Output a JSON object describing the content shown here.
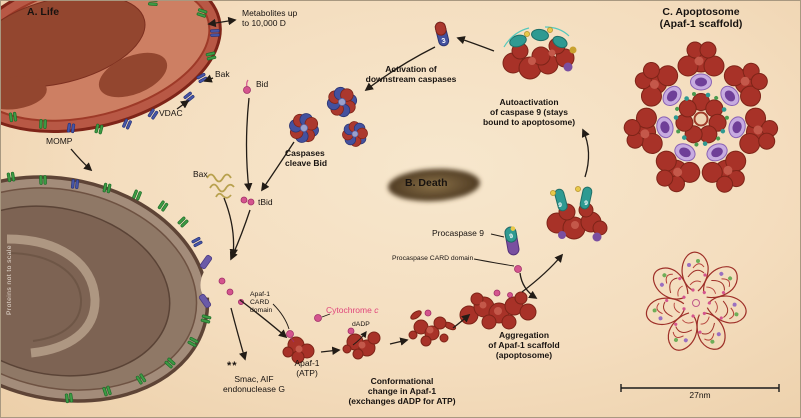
{
  "colors": {
    "background": "#f4ddbe",
    "membrane_red": "#8e3026",
    "mito_life_fill": "#cd7f63",
    "mito_momp_fill": "#a38c7a",
    "caspase_blue": "#44519e",
    "caspase_red": "#ab382e",
    "apoptosome_red": "#a83228",
    "purple": "#7a4fa0",
    "lavender": "#c7abe0",
    "teal": "#2f9a92",
    "yellow": "#e8c84a",
    "pink_cytochrome": "#d4548e",
    "cytochrome_text": "#e0457b",
    "green_protein": "#3d9b45",
    "death_blob": "#5a4630"
  },
  "panels": {
    "a": "A. Life",
    "b": "B. Death",
    "c_title": "C. Apoptosome",
    "c_subtitle": "(Apaf-1 scaffold)"
  },
  "labels": {
    "metabolites_lines": [
      "Metabolites up",
      "to 10,000 D"
    ],
    "bak": "Bak",
    "vdac": "VDAC",
    "momp": "MOMP",
    "bid": "Bid",
    "bax": "Bax",
    "tbid": "tBid",
    "caspases_cleave_lines": [
      "Caspases",
      "cleave Bid"
    ],
    "activation_lines": [
      "Activation of",
      "downstream caspases"
    ],
    "autoactivation_lines": [
      "Autoactivation",
      "of caspase 9 (stays",
      "bound to apoptosome)"
    ],
    "procaspase9": "Procaspase 9",
    "procaspase_card": "Procaspase CARD domain",
    "apaf1_card_lines": [
      "Apaf-1",
      "CARD",
      "domain"
    ],
    "cytochrome_word": "Cytochrome",
    "cytochrome_letter": "c",
    "dadp": "dADP",
    "apaf1_atp_lines": [
      "Apaf-1",
      "(ATP)"
    ],
    "conformational_lines": [
      "Conformational",
      "change in Apaf-1",
      "(exchanges dADP for ATP)"
    ],
    "aggregation_lines": [
      "Aggregation",
      "of Apaf-1 scaffold",
      "(apoptosome)"
    ],
    "smac_lines": [
      "Smac, AIF",
      "endonuclease G"
    ],
    "asterisks": "**",
    "proteins_note": "Proteins not to scale",
    "caspase3": "3",
    "caspase9": "9",
    "scale_bar": "27nm"
  }
}
